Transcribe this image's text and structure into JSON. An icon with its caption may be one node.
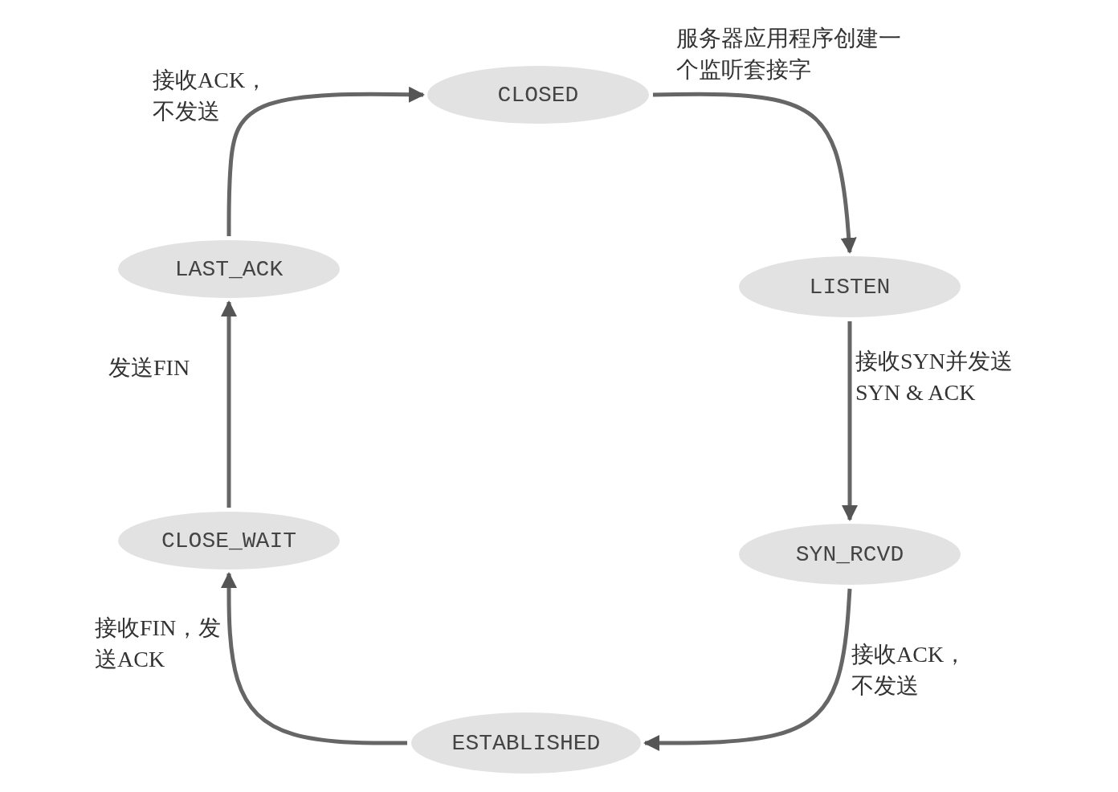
{
  "diagram": {
    "nodes": [
      {
        "text": [
          "CLOSED"
        ]
      },
      {
        "text": [
          "LISTEN"
        ]
      },
      {
        "text": [
          "SYN_RCVD"
        ]
      },
      {
        "text": [
          "ESTABLISHED"
        ]
      },
      {
        "text": [
          "CLOSE_WAIT"
        ]
      },
      {
        "text": [
          "LAST_ACK"
        ]
      }
    ],
    "edges": [
      {
        "from": 0,
        "to": 1,
        "arrow": "to",
        "label": "服务器应用程序创建一个监听套接字"
      },
      {
        "from": 1,
        "to": 2,
        "arrow": "to",
        "label": "接收SYN并发送 SYN & ACK"
      },
      {
        "from": 2,
        "to": 3,
        "arrow": "to",
        "label": "接收ACK，不发送"
      },
      {
        "from": 3,
        "to": 4,
        "arrow": "to",
        "label": "接收FIN，发送ACK"
      },
      {
        "from": 4,
        "to": 5,
        "arrow": "to",
        "label": "发送FIN"
      },
      {
        "from": 5,
        "to": 0,
        "arrow": "to",
        "label": "接收ACK，不发送"
      }
    ]
  }
}
